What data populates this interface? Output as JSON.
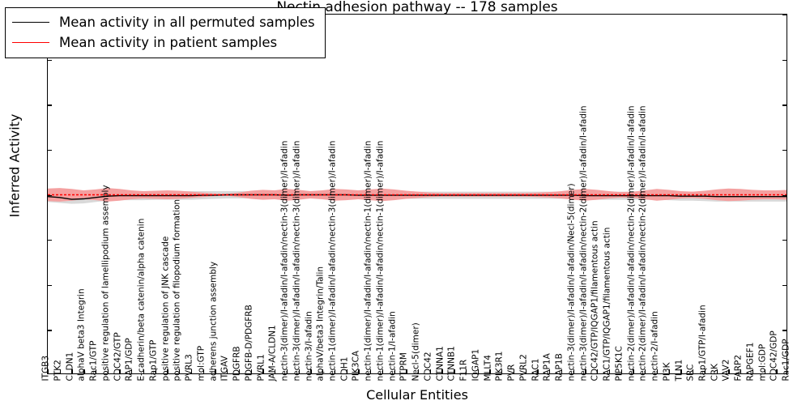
{
  "chart_data": {
    "type": "line",
    "title": "Nectin adhesion pathway -- 178 samples",
    "xlabel": "Cellular Entities",
    "ylabel": "Inferred Activity",
    "ylim": [
      -4,
      4
    ],
    "yticks": [
      4,
      3,
      2,
      1,
      0,
      -1,
      -2,
      -3,
      -4
    ],
    "grid": false,
    "legend_position": "upper left",
    "legend": [
      {
        "label": "Mean activity in all permuted samples",
        "color": "#000000",
        "style": "solid"
      },
      {
        "label": "Mean activity in patient samples",
        "color": "#ff0000",
        "style": "solid"
      }
    ],
    "band_colors": {
      "permuted": "#d9d9d9",
      "patient": "#f4a0a0"
    },
    "categories": [
      "ITGB3",
      "PTK2",
      "CLDN1",
      "alphaV beta3 Integrin",
      "Rac1/GTP",
      "positive regulation of lamellipodium assembly",
      "CDC42/GTP",
      "RAP1/GDP",
      "E-cadherin/beta catenin/alpha catenin",
      "Rap1/GTP",
      "positive regulation of JNK cascade",
      "positive regulation of filopodium formation",
      "PVRL3",
      "mol:GTP",
      "adherens junction assembly",
      "ITGAV",
      "PDGFRB",
      "PDGFB-D/PDGFRB",
      "PVRL1",
      "JAM-A/CLDN1",
      "nectin-3(dimer)/I-afadin/I-afadin/nectin-3(dimer)/I-afadin",
      "nectin-3(dimer)/I-afadin/I-afadin/nectin-3(dimer)/I-afadin",
      "nectin-3/I-afadin",
      "alphaV/beta3 Integrin/Talin",
      "nectin-1(dimer)/I-afadin/I-afadin/nectin-3(dimer)/I-afadin",
      "CDH1",
      "PIK3CA",
      "nectin-1(dimer)/I-afadin/I-afadin/nectin-1(dimer)/I-afadin",
      "nectin-1(dimer)/I-afadin/I-afadin/nectin-1(dimer)/I-afadin",
      "nectin-1/I-afadin",
      "PTPRM",
      "Necl-5(dimer)",
      "CDC42",
      "CTNNA1",
      "CTNNB1",
      "F11R",
      "IQGAP1",
      "MLLT4",
      "PIK3R1",
      "PVR",
      "PVRL2",
      "RAC1",
      "RAP1A",
      "RAP1B",
      "nectin-3(dimer)/I-afadin/I-afadin/Necl-5(dimer)",
      "nectin-3(dimer)/I-afadin/I-afadin/nectin-2(dimer)/I-afadin/I-afadin",
      "CDC42/GTP/IQGAP1/filamentous actin",
      "RAC1/GTP/IQGAP1/filamentous actin",
      "PIP5K1C",
      "nectin-2(dimer)/I-afadin/I-afadin/nectin-2(dimer)/I-afadin/I-afadin",
      "nectin-2(dimer)/I-afadin/I-afadin/nectin-2(dimer)/I-afadin/I-afadin",
      "nectin-2/I-afadin",
      "PI3K",
      "TLN1",
      "SRC",
      "Rap1/GTP/I-afadin",
      "CRK",
      "VAV2",
      "FARP2",
      "RAPGEF1",
      "mol:GDP",
      "CDC42/GDP",
      "Rac1/GDP"
    ],
    "series": [
      {
        "name": "Mean activity in all permuted samples",
        "color": "#000000",
        "values": [
          -0.04,
          -0.06,
          -0.1,
          -0.09,
          -0.06,
          -0.03,
          -0.02,
          -0.02,
          -0.02,
          -0.02,
          -0.02,
          -0.02,
          -0.02,
          -0.01,
          -0.01,
          0.0,
          0.0,
          0.0,
          0.0,
          0.0,
          -0.01,
          0.0,
          0.0,
          0.0,
          0.0,
          0.0,
          -0.01,
          -0.01,
          -0.01,
          -0.01,
          -0.01,
          -0.01,
          -0.01,
          -0.01,
          -0.01,
          -0.01,
          -0.01,
          -0.01,
          -0.01,
          -0.01,
          -0.01,
          -0.01,
          -0.01,
          -0.01,
          -0.01,
          -0.02,
          -0.02,
          -0.02,
          -0.02,
          -0.02,
          -0.02,
          -0.02,
          -0.02,
          -0.03,
          -0.03,
          -0.03,
          -0.04,
          -0.04,
          -0.04,
          -0.04,
          -0.04,
          -0.04,
          -0.04
        ],
        "band_lower": [
          -0.16,
          -0.18,
          -0.2,
          -0.19,
          -0.16,
          -0.13,
          -0.12,
          -0.12,
          -0.12,
          -0.11,
          -0.11,
          -0.11,
          -0.11,
          -0.1,
          -0.09,
          -0.08,
          -0.08,
          -0.08,
          -0.08,
          -0.08,
          -0.09,
          -0.08,
          -0.08,
          -0.08,
          -0.08,
          -0.08,
          -0.09,
          -0.09,
          -0.09,
          -0.09,
          -0.09,
          -0.09,
          -0.09,
          -0.09,
          -0.09,
          -0.09,
          -0.09,
          -0.09,
          -0.09,
          -0.09,
          -0.09,
          -0.09,
          -0.09,
          -0.09,
          -0.1,
          -0.11,
          -0.11,
          -0.11,
          -0.11,
          -0.11,
          -0.11,
          -0.11,
          -0.12,
          -0.13,
          -0.13,
          -0.14,
          -0.15,
          -0.15,
          -0.15,
          -0.15,
          -0.15,
          -0.15,
          -0.15
        ],
        "band_upper": [
          0.08,
          0.06,
          0.02,
          0.02,
          0.05,
          0.07,
          0.08,
          0.08,
          0.08,
          0.08,
          0.08,
          0.08,
          0.08,
          0.08,
          0.08,
          0.08,
          0.08,
          0.08,
          0.08,
          0.08,
          0.07,
          0.08,
          0.08,
          0.08,
          0.08,
          0.08,
          0.07,
          0.07,
          0.07,
          0.07,
          0.07,
          0.07,
          0.07,
          0.07,
          0.07,
          0.07,
          0.07,
          0.07,
          0.07,
          0.07,
          0.07,
          0.07,
          0.07,
          0.07,
          0.07,
          0.07,
          0.07,
          0.07,
          0.07,
          0.07,
          0.07,
          0.07,
          0.07,
          0.07,
          0.07,
          0.07,
          0.07,
          0.07,
          0.07,
          0.07,
          0.07,
          0.07,
          0.07
        ]
      },
      {
        "name": "Mean activity in patient samples",
        "color": "#ff0000",
        "values": [
          0.0,
          0.0,
          0.0,
          0.0,
          0.0,
          0.0,
          0.0,
          0.0,
          0.0,
          0.0,
          0.0,
          0.0,
          0.0,
          0.0,
          0.0,
          0.0,
          0.0,
          0.0,
          0.0,
          0.0,
          0.0,
          0.0,
          0.0,
          0.0,
          0.0,
          0.0,
          0.0,
          0.0,
          0.0,
          0.0,
          0.0,
          0.0,
          0.0,
          0.0,
          0.0,
          0.0,
          0.0,
          0.0,
          0.0,
          0.0,
          0.0,
          0.0,
          0.0,
          0.0,
          0.0,
          0.0,
          0.0,
          0.0,
          0.0,
          0.0,
          0.0,
          0.0,
          0.0,
          0.0,
          0.0,
          0.0,
          0.0,
          0.0,
          0.0,
          0.0,
          0.0,
          0.0,
          0.0
        ],
        "band_lower": [
          -0.14,
          -0.15,
          -0.13,
          -0.1,
          -0.12,
          -0.15,
          -0.13,
          -0.1,
          -0.08,
          -0.09,
          -0.1,
          -0.09,
          -0.07,
          -0.05,
          -0.03,
          -0.02,
          -0.05,
          -0.09,
          -0.11,
          -0.1,
          -0.13,
          -0.11,
          -0.08,
          -0.1,
          -0.13,
          -0.12,
          -0.1,
          -0.12,
          -0.14,
          -0.12,
          -0.09,
          -0.07,
          -0.05,
          -0.04,
          -0.04,
          -0.04,
          -0.04,
          -0.04,
          -0.04,
          -0.04,
          -0.04,
          -0.05,
          -0.06,
          -0.08,
          -0.11,
          -0.13,
          -0.11,
          -0.08,
          -0.06,
          -0.07,
          -0.1,
          -0.13,
          -0.11,
          -0.08,
          -0.07,
          -0.09,
          -0.12,
          -0.14,
          -0.13,
          -0.11,
          -0.1,
          -0.1,
          -0.11
        ],
        "band_upper": [
          0.14,
          0.15,
          0.13,
          0.1,
          0.12,
          0.15,
          0.13,
          0.1,
          0.08,
          0.09,
          0.1,
          0.09,
          0.07,
          0.05,
          0.03,
          0.02,
          0.05,
          0.09,
          0.11,
          0.1,
          0.13,
          0.11,
          0.08,
          0.1,
          0.13,
          0.12,
          0.1,
          0.12,
          0.14,
          0.12,
          0.09,
          0.07,
          0.05,
          0.04,
          0.04,
          0.04,
          0.04,
          0.04,
          0.04,
          0.04,
          0.04,
          0.05,
          0.06,
          0.08,
          0.11,
          0.13,
          0.11,
          0.08,
          0.06,
          0.07,
          0.1,
          0.13,
          0.11,
          0.08,
          0.07,
          0.09,
          0.12,
          0.14,
          0.13,
          0.11,
          0.1,
          0.1,
          0.11
        ]
      }
    ]
  }
}
